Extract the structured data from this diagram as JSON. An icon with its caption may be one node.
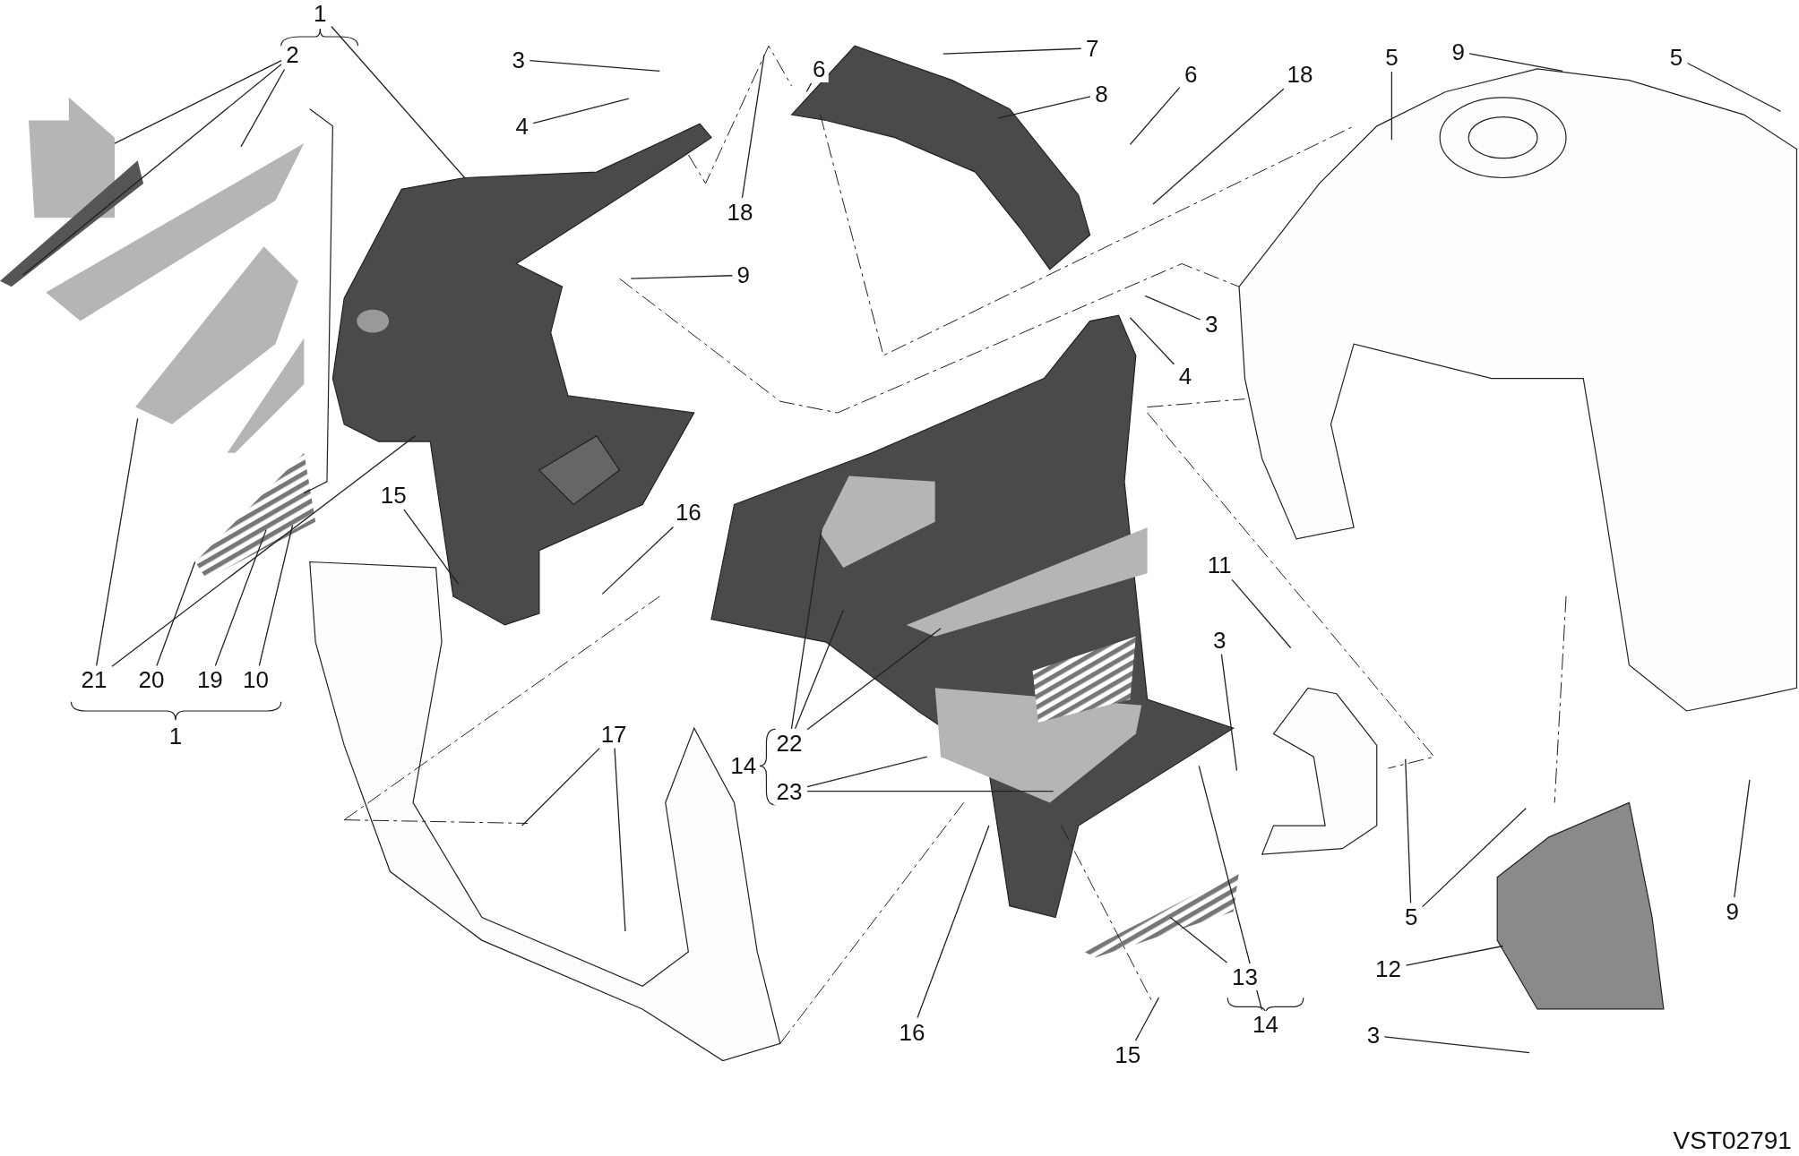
{
  "diagram": {
    "nodes": [
      {
        "text": [
          "1"
        ]
      },
      {
        "text": [
          "2"
        ]
      },
      {
        "text": [
          "3"
        ]
      },
      {
        "text": [
          "4"
        ]
      },
      {
        "text": [
          "6"
        ]
      },
      {
        "text": [
          "7"
        ]
      },
      {
        "text": [
          "8"
        ]
      },
      {
        "text": [
          "6"
        ]
      },
      {
        "text": [
          "18"
        ]
      },
      {
        "text": [
          "5"
        ]
      },
      {
        "text": [
          "9"
        ]
      },
      {
        "text": [
          "5"
        ]
      },
      {
        "text": [
          "18"
        ]
      },
      {
        "text": [
          "9"
        ]
      },
      {
        "text": [
          "3"
        ]
      },
      {
        "text": [
          "4"
        ]
      },
      {
        "text": [
          "15"
        ]
      },
      {
        "text": [
          "16"
        ]
      },
      {
        "text": [
          "11"
        ]
      },
      {
        "text": [
          "3"
        ]
      },
      {
        "text": [
          "21"
        ]
      },
      {
        "text": [
          "20"
        ]
      },
      {
        "text": [
          "19"
        ]
      },
      {
        "text": [
          "10"
        ]
      },
      {
        "text": [
          "17"
        ]
      },
      {
        "text": [
          "22"
        ]
      },
      {
        "text": [
          "23"
        ]
      },
      {
        "text": [
          "13"
        ]
      },
      {
        "text": [
          "14"
        ]
      },
      {
        "text": [
          "16"
        ]
      },
      {
        "text": [
          "15"
        ]
      },
      {
        "text": [
          "5"
        ]
      },
      {
        "text": [
          "12"
        ]
      },
      {
        "text": [
          "3"
        ]
      },
      {
        "text": [
          "9"
        ]
      },
      {
        "text": [
          "1"
        ]
      },
      {
        "text": [
          "14"
        ]
      }
    ],
    "edges": [
      {
        "from": 0,
        "to": null,
        "arrow": "none"
      },
      {
        "from": 1,
        "to": null,
        "arrow": "none"
      },
      {
        "from": 1,
        "to": null,
        "arrow": "none"
      },
      {
        "from": 1,
        "to": null,
        "arrow": "none"
      },
      {
        "from": 2,
        "to": null,
        "arrow": "none"
      },
      {
        "from": 3,
        "to": null,
        "arrow": "none"
      },
      {
        "from": 4,
        "to": null,
        "arrow": "none"
      },
      {
        "from": 5,
        "to": null,
        "arrow": "none"
      },
      {
        "from": 6,
        "to": null,
        "arrow": "none"
      },
      {
        "from": 7,
        "to": null,
        "arrow": "none"
      },
      {
        "from": 8,
        "to": null,
        "arrow": "none"
      },
      {
        "from": 9,
        "to": null,
        "arrow": "none"
      },
      {
        "from": 10,
        "to": null,
        "arrow": "none"
      },
      {
        "from": 11,
        "to": null,
        "arrow": "none"
      },
      {
        "from": 12,
        "to": null,
        "arrow": "none"
      },
      {
        "from": 13,
        "to": null,
        "arrow": "none"
      },
      {
        "from": 14,
        "to": null,
        "arrow": "none"
      },
      {
        "from": 15,
        "to": null,
        "arrow": "none"
      },
      {
        "from": 16,
        "to": null,
        "arrow": "none"
      },
      {
        "from": 17,
        "to": null,
        "arrow": "none"
      },
      {
        "from": 18,
        "to": null,
        "arrow": "none"
      },
      {
        "from": 19,
        "to": null,
        "arrow": "none"
      },
      {
        "from": 20,
        "to": null,
        "arrow": "none"
      },
      {
        "from": 20,
        "to": null,
        "arrow": "none"
      },
      {
        "from": 21,
        "to": null,
        "arrow": "none"
      },
      {
        "from": 22,
        "to": null,
        "arrow": "none"
      },
      {
        "from": 23,
        "to": null,
        "arrow": "none"
      },
      {
        "from": 24,
        "to": null,
        "arrow": "none"
      },
      {
        "from": 24,
        "to": null,
        "arrow": "none"
      },
      {
        "from": 25,
        "to": null,
        "arrow": "none"
      },
      {
        "from": 25,
        "to": null,
        "arrow": "none"
      },
      {
        "from": 25,
        "to": null,
        "arrow": "none"
      },
      {
        "from": 26,
        "to": null,
        "arrow": "none"
      },
      {
        "from": 26,
        "to": null,
        "arrow": "none"
      },
      {
        "from": 27,
        "to": null,
        "arrow": "none"
      },
      {
        "from": 28,
        "to": null,
        "arrow": "none"
      },
      {
        "from": 29,
        "to": null,
        "arrow": "none"
      },
      {
        "from": 30,
        "to": null,
        "arrow": "none"
      },
      {
        "from": 31,
        "to": null,
        "arrow": "none"
      },
      {
        "from": 31,
        "to": null,
        "arrow": "none"
      },
      {
        "from": 32,
        "to": null,
        "arrow": "none"
      },
      {
        "from": 33,
        "to": null,
        "arrow": "none"
      },
      {
        "from": 34,
        "to": null,
        "arrow": "none"
      }
    ],
    "labels": [
      "VST02791"
    ]
  }
}
